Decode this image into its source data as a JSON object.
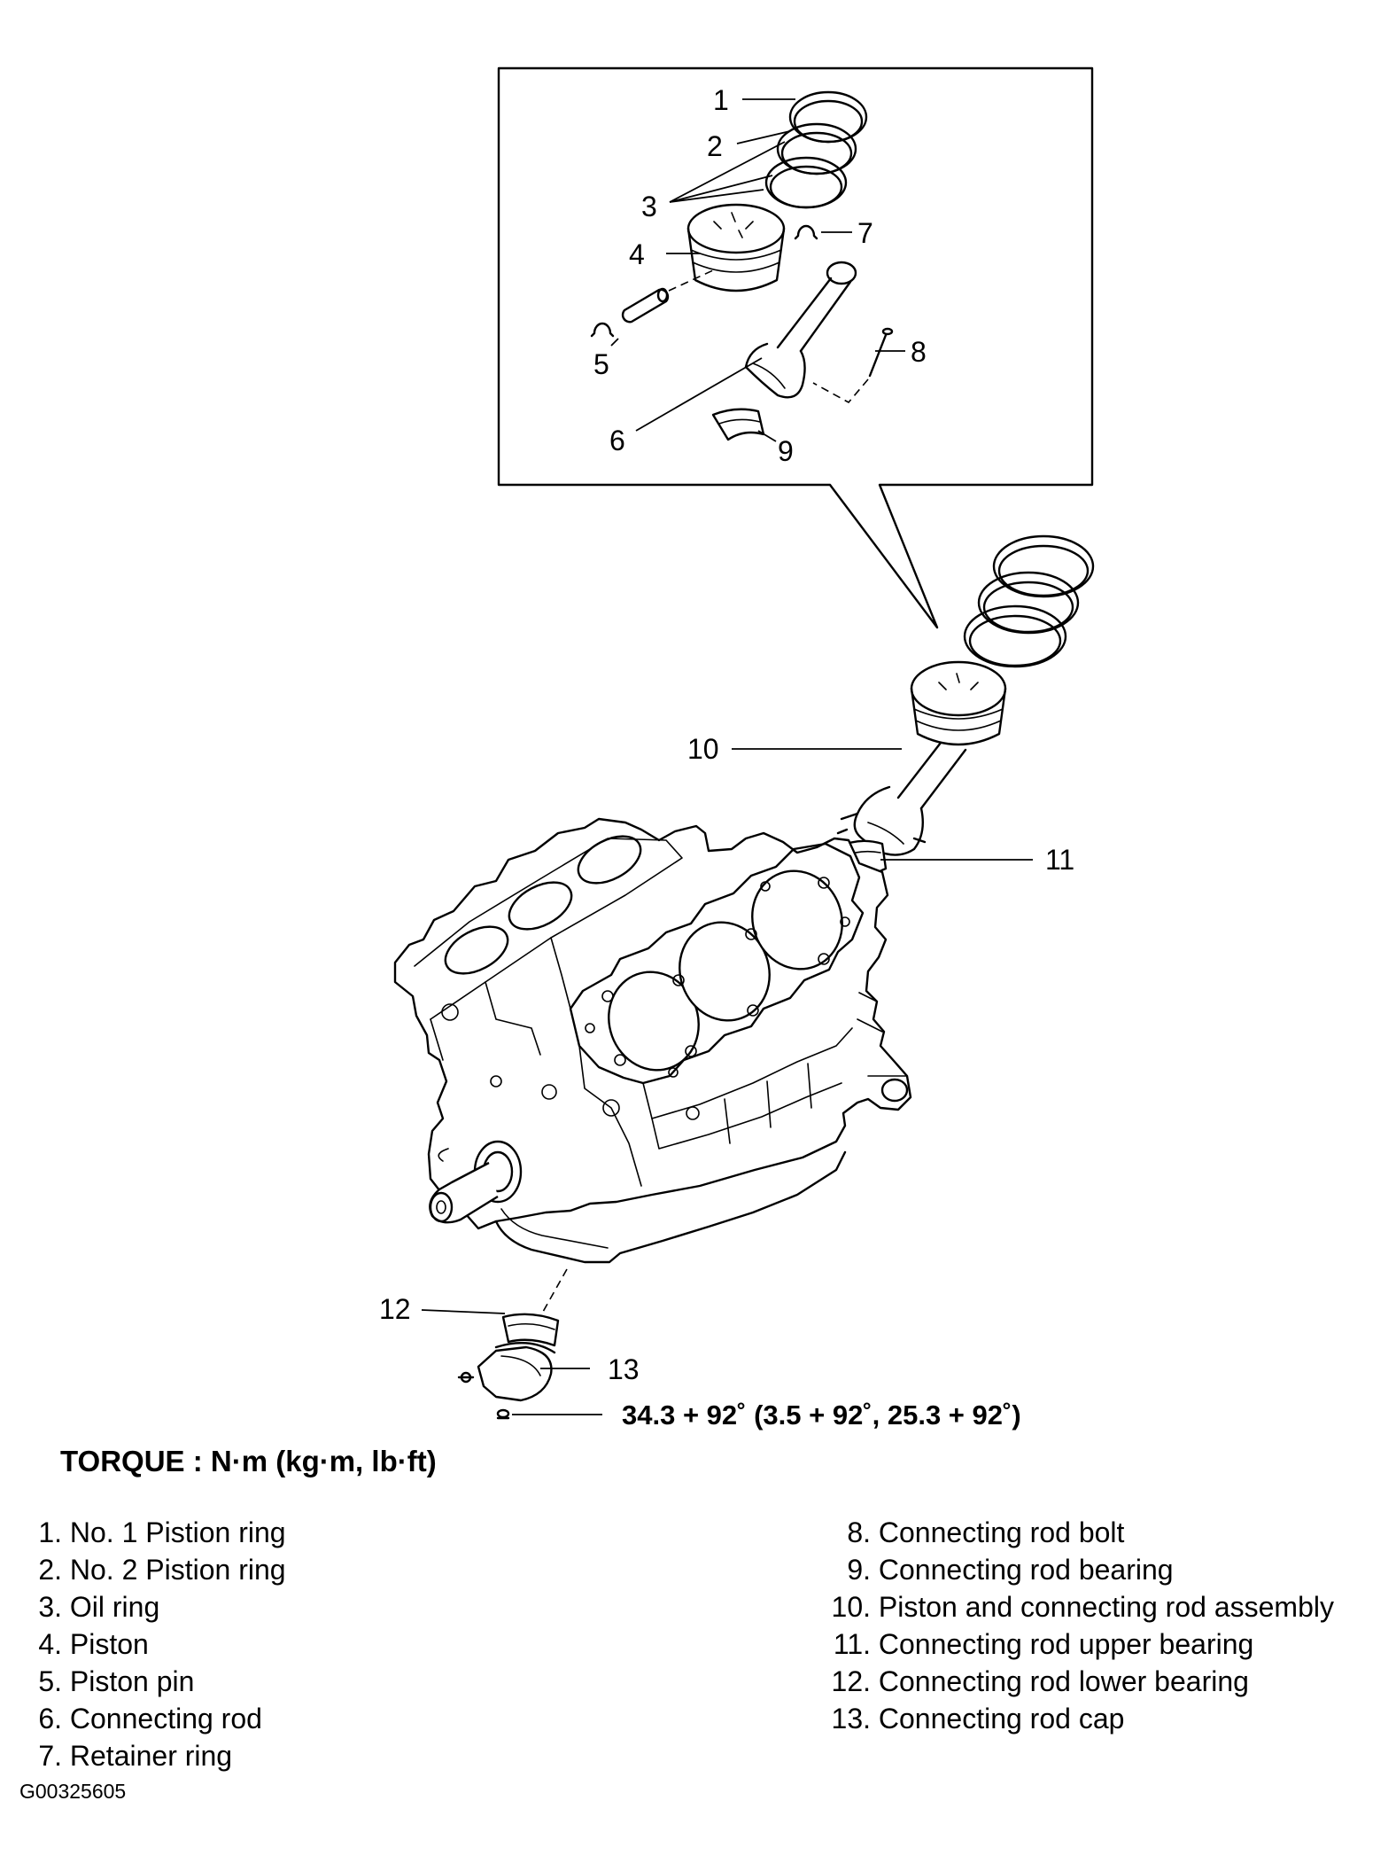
{
  "callouts": {
    "c1": "1",
    "c2": "2",
    "c3": "3",
    "c4": "4",
    "c5": "5",
    "c6": "6",
    "c7": "7",
    "c8": "8",
    "c9": "9",
    "c10": "10",
    "c11": "11",
    "c12": "12",
    "c13": "13"
  },
  "torque_value": "34.3 + 92˚ (3.5 + 92˚, 25.3 + 92˚)",
  "torque_title": "TORQUE : N·m (kg·m, lb·ft)",
  "legend_left": [
    {
      "num": "1.",
      "label": "No. 1 Pistion ring"
    },
    {
      "num": "2.",
      "label": "No. 2 Pistion ring"
    },
    {
      "num": "3.",
      "label": "Oil ring"
    },
    {
      "num": "4.",
      "label": "Piston"
    },
    {
      "num": "5.",
      "label": "Piston pin"
    },
    {
      "num": "6.",
      "label": "Connecting rod"
    },
    {
      "num": "7.",
      "label": " Retainer ring"
    }
  ],
  "legend_right": [
    {
      "num": "8.",
      "label": "Connecting rod bolt"
    },
    {
      "num": "9.",
      "label": "Connecting rod bearing"
    },
    {
      "num": "10.",
      "label": "Piston and connecting rod assembly"
    },
    {
      "num": "11.",
      "label": "Connecting rod upper bearing"
    },
    {
      "num": "12.",
      "label": "Connecting rod lower bearing"
    },
    {
      "num": "13.",
      "label": "Connecting rod cap"
    }
  ],
  "figure_id": "G00325605"
}
